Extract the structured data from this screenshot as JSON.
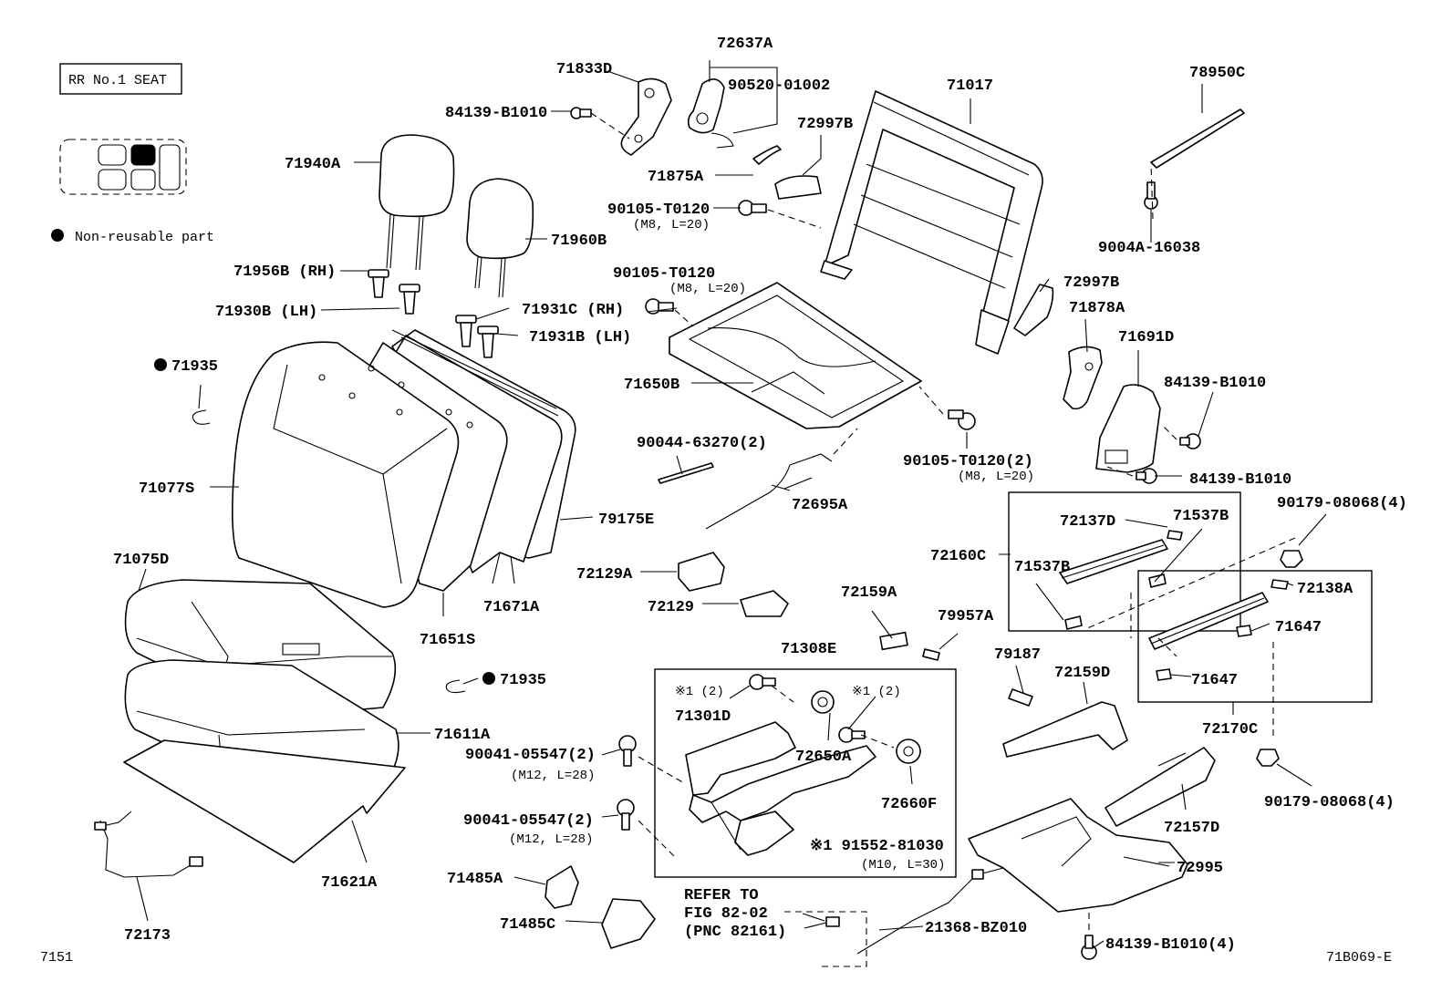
{
  "figure_id": "71B069-E",
  "page_code": "7151",
  "seat_label": "RR No.1 SEAT",
  "legend": {
    "marker": "●",
    "text": "Non-reusable part"
  },
  "refer_note": [
    "REFER TO",
    "FIG 82-02",
    "(PNC 82161)"
  ],
  "labels": {
    "p72637A": "72637A",
    "p71833D": "71833D",
    "p90520": "90520-01002",
    "p84139_top": "84139-B1010",
    "p71017": "71017",
    "p78950C": "78950C",
    "p72997B_top": "72997B",
    "p71875A": "71875A",
    "p90105_a": "90105-T0120",
    "p90105_a_sub": "(M8, L=20)",
    "p9004A": "9004A-16038",
    "p71940A": "71940A",
    "p71960B": "71960B",
    "p71956B": "71956B (RH)",
    "p71930B": "71930B (LH)",
    "p90105_b": "90105-T0120",
    "p90105_b_sub": "(M8, L=20)",
    "p72997B_mid": "72997B",
    "p71878A": "71878A",
    "p71931C": "71931C (RH)",
    "p71931B": "71931B (LH)",
    "p71691D": "71691D",
    "p71935_a": "71935",
    "p71650B": "71650B",
    "p84139_b": "84139-B1010",
    "p90044": "90044-63270(2)",
    "p90105_c": "90105-T0120(2)",
    "p90105_c_sub": "(M8, L=20)",
    "p84139_c": "84139-B1010",
    "p71077S": "71077S",
    "p72695A": "72695A",
    "p79175E": "79175E",
    "p90179_top": "90179-08068(4)",
    "p72137D": "72137D",
    "p71537B_a": "71537B",
    "p72160C": "72160C",
    "p71537B_b": "71537B",
    "p72138A": "72138A",
    "p72129A": "72129A",
    "p71075D": "71075D",
    "p71671A": "71671A",
    "p72129": "72129",
    "p72159A": "72159A",
    "p79957A": "79957A",
    "p71651S": "71651S",
    "p71647_a": "71647",
    "p71308E": "71308E",
    "p71935_b": "71935",
    "p79187": "79187",
    "p72159D": "72159D",
    "p71647_b": "71647",
    "p72170C": "72170C",
    "p71611A": "71611A",
    "p_x1_a": "※1 (2)",
    "p_x1_b": "※1 (2)",
    "p71301D": "71301D",
    "p90041_a": "90041-05547(2)",
    "p90041_a_sub": "(M12, L=28)",
    "p72650A": "72650A",
    "p72660F": "72660F",
    "p90179_bot": "90179-08068(4)",
    "p72157D": "72157D",
    "p90041_b": "90041-05547(2)",
    "p90041_b_sub": "(M12, L=28)",
    "p91552": "※1 91552-81030",
    "p91552_sub": "(M10, L=30)",
    "p72995": "72995",
    "p71621A": "71621A",
    "p71485A": "71485A",
    "p71485C": "71485C",
    "p21368": "21368-BZ010",
    "p84139_d": "84139-B1010(4)",
    "p72173": "72173"
  }
}
